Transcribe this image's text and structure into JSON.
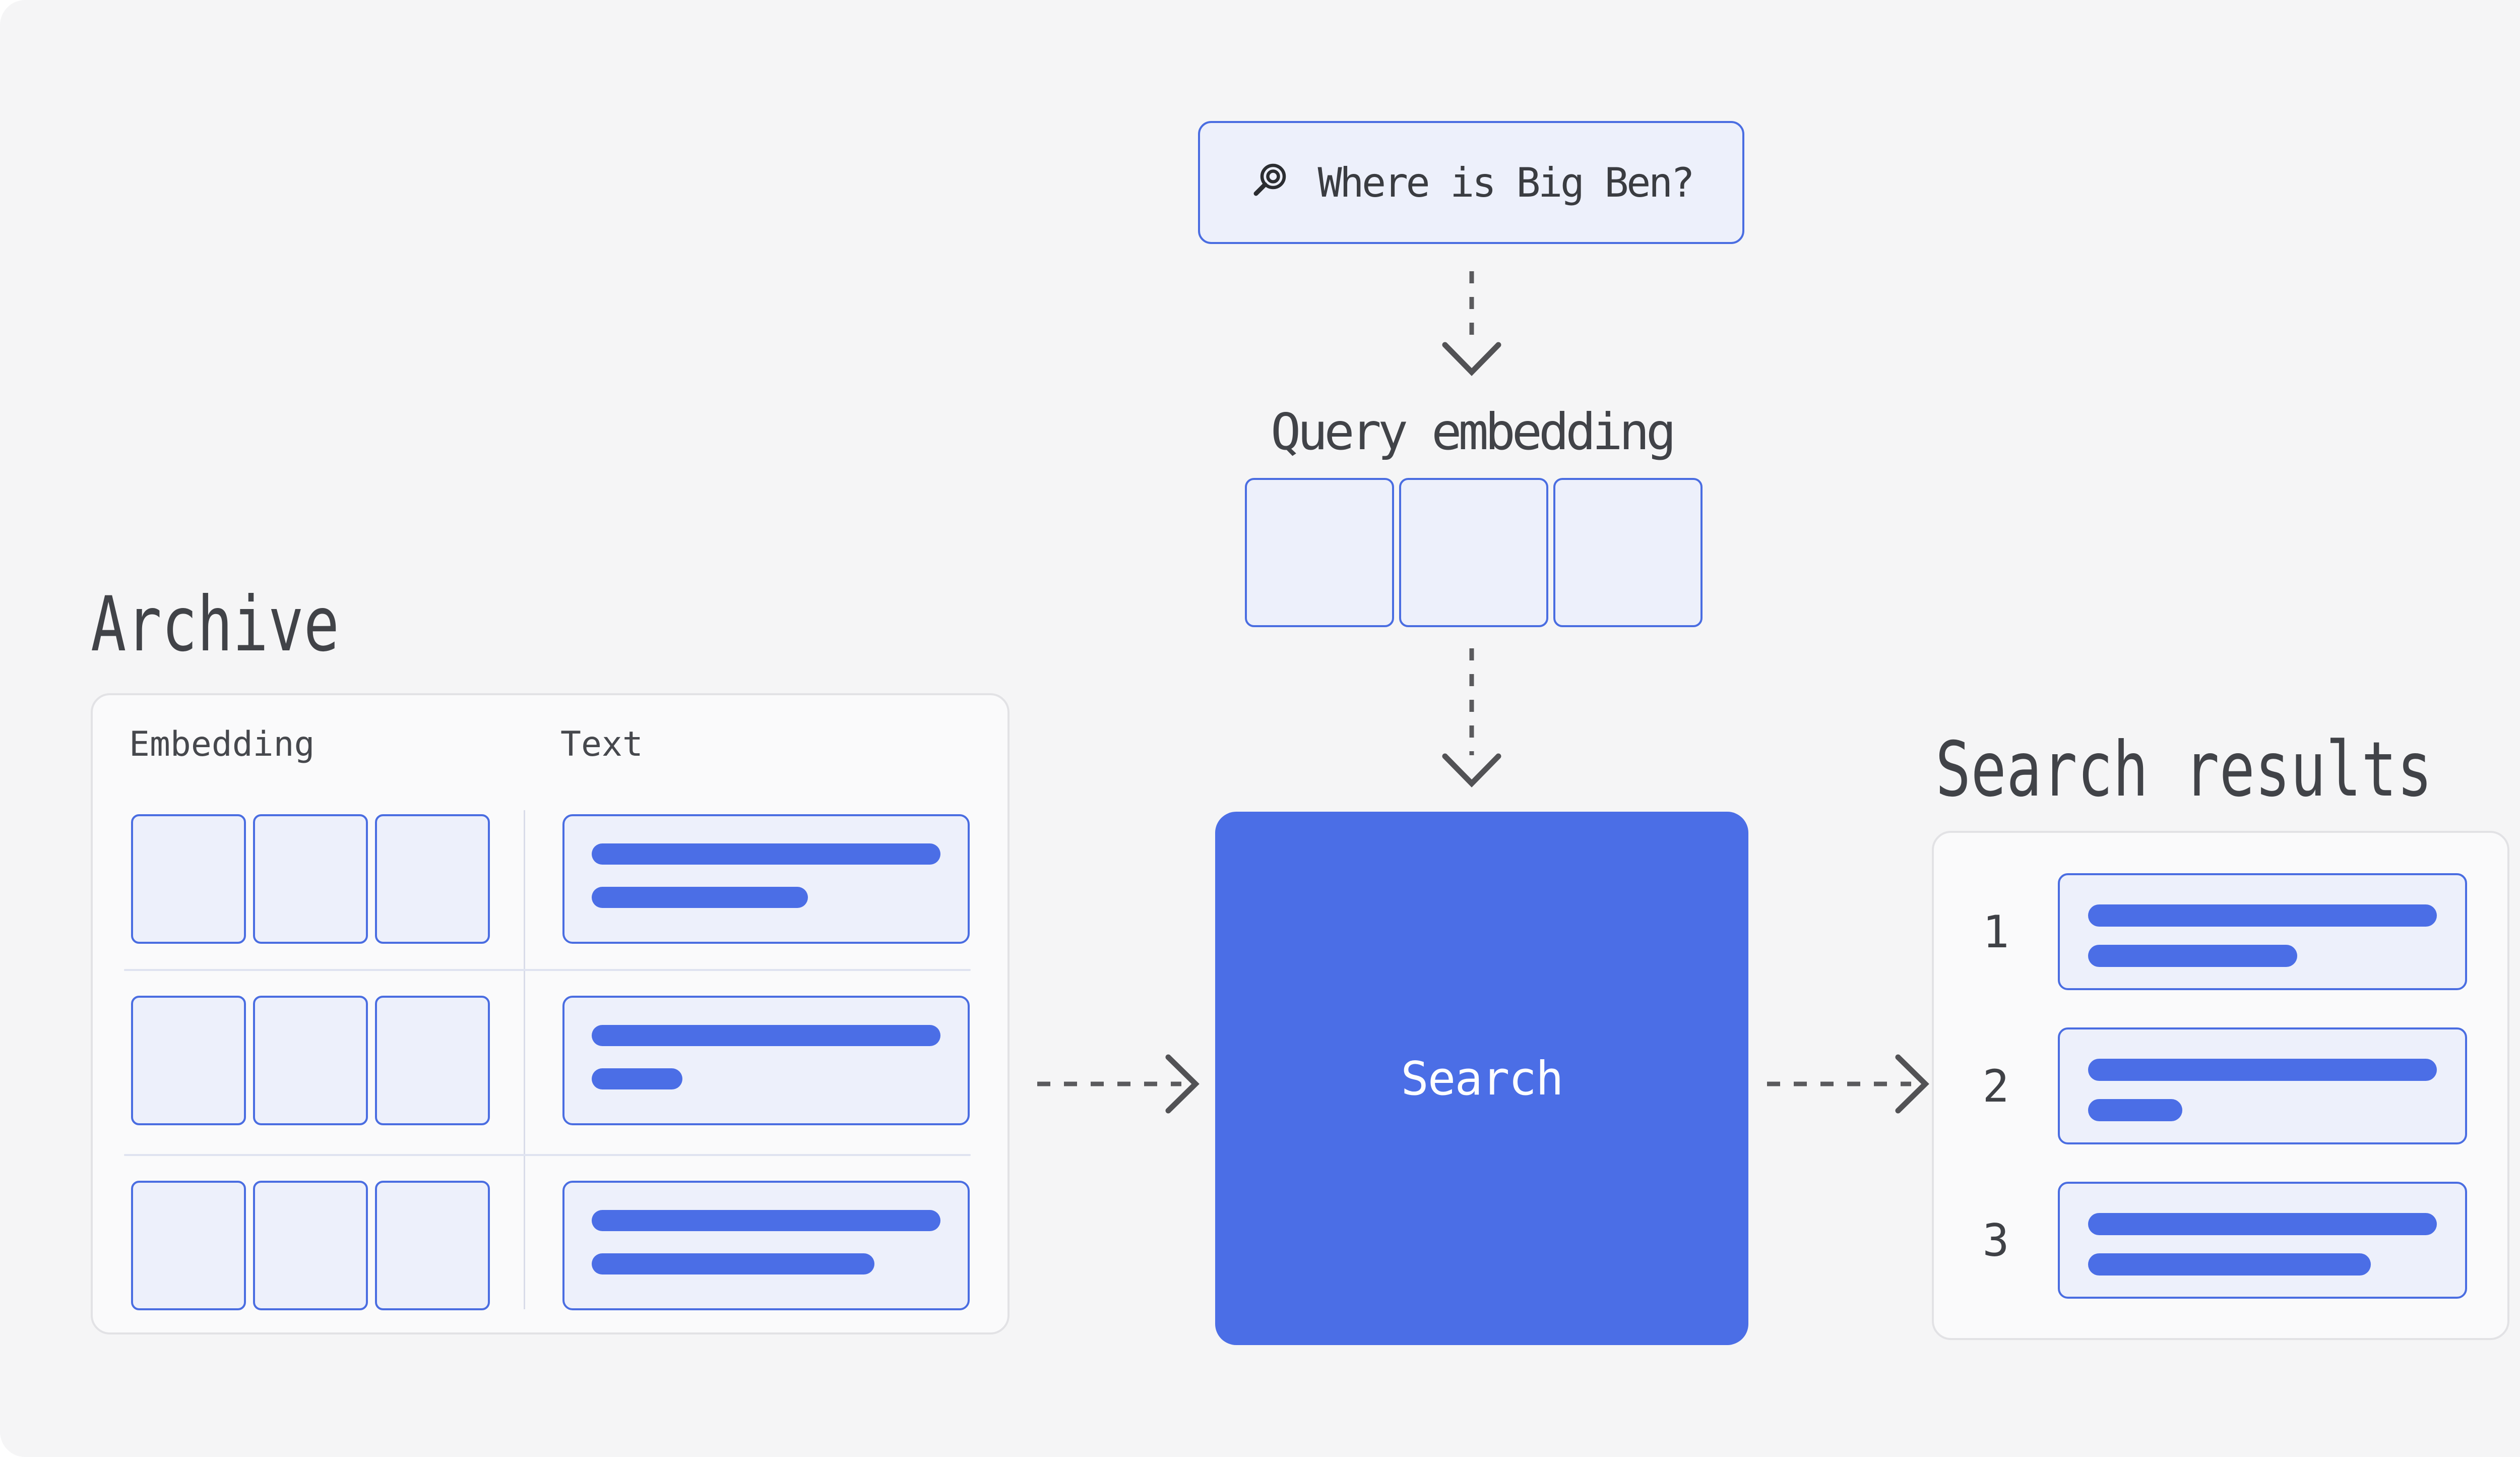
{
  "query_box": {
    "icon": "magnifier-icon",
    "text": "Where is Big Ben?"
  },
  "query_embedding": {
    "label": "Query embedding",
    "cell_count": 3
  },
  "search_node": {
    "label": "Search"
  },
  "archive": {
    "title": "Archive",
    "columns": {
      "embedding": "Embedding",
      "text": "Text"
    },
    "cells_per_row": 3,
    "rows": [
      {
        "bars": [
          100,
          62
        ]
      },
      {
        "bars": [
          100,
          26
        ]
      },
      {
        "bars": [
          100,
          81
        ]
      }
    ]
  },
  "results": {
    "title": "Search results",
    "items": [
      {
        "rank": "1",
        "bars": [
          100,
          60
        ]
      },
      {
        "rank": "2",
        "bars": [
          100,
          27
        ]
      },
      {
        "rank": "3",
        "bars": [
          100,
          81
        ]
      }
    ]
  },
  "colors": {
    "canvas_bg": "#f5f5f6",
    "accent_blue": "#4b6ee6",
    "box_border_blue": "#4a6de1",
    "box_fill_lavender": "#edf0fb",
    "card_bg": "#fafafb",
    "card_border": "#e2e2e5",
    "text_dark": "#414348",
    "arrow_gray": "#5a5a5d"
  }
}
